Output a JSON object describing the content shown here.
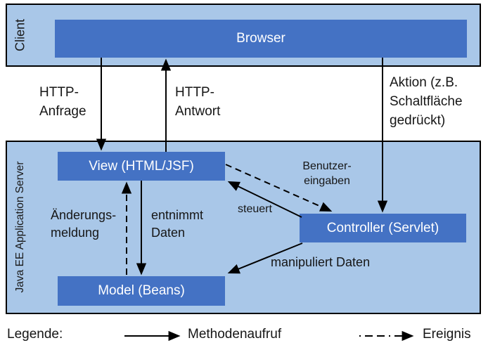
{
  "diagram": {
    "title_implicit": "MVC / Java EE Architekturdiagramm",
    "lanes": {
      "client": {
        "label": "Client"
      },
      "server": {
        "label": "Java EE Application Server"
      }
    },
    "nodes": {
      "browser": {
        "label": "Browser"
      },
      "view": {
        "label": "View (HTML/JSF)"
      },
      "controller": {
        "label": "Controller (Servlet)"
      },
      "model": {
        "label": "Model (Beans)"
      }
    },
    "edge_labels": {
      "http_anfrage": {
        "line1": "HTTP-",
        "line2": "Anfrage"
      },
      "http_antwort": {
        "line1": "HTTP-",
        "line2": "Antwort"
      },
      "aktion": {
        "line1": "Aktion (z.B.",
        "line2": "Schaltfläche",
        "line3": "gedrückt)"
      },
      "benutzereingaben": {
        "line1": "Benutzer-",
        "line2": "eingaben"
      },
      "steuert": {
        "text": "steuert"
      },
      "aenderungsmeldung": {
        "line1": "Änderungs-",
        "line2": "meldung"
      },
      "entnimmt_daten": {
        "line1": "entnimmt",
        "line2": "Daten"
      },
      "manipuliert_daten": {
        "text": "manipuliert Daten"
      }
    },
    "edges": [
      {
        "from": "browser",
        "to": "view",
        "type": "solid",
        "label": "HTTP-Anfrage"
      },
      {
        "from": "view",
        "to": "browser",
        "type": "solid",
        "label": "HTTP-Antwort"
      },
      {
        "from": "browser",
        "to": "controller",
        "type": "solid",
        "label": "Aktion (z.B. Schaltfläche gedrückt)"
      },
      {
        "from": "view",
        "to": "controller",
        "type": "dashed",
        "label": "Benutzereingaben"
      },
      {
        "from": "controller",
        "to": "view",
        "type": "solid",
        "label": "steuert"
      },
      {
        "from": "model",
        "to": "view",
        "type": "dashed",
        "label": "Änderungsmeldung"
      },
      {
        "from": "view",
        "to": "model",
        "type": "solid",
        "label": "entnimmt Daten"
      },
      {
        "from": "controller",
        "to": "model",
        "type": "solid",
        "label": "manipuliert Daten"
      }
    ],
    "legend": {
      "title": "Legende:",
      "solid_label": "Methodenaufruf",
      "dashed_label": "Ereignis"
    },
    "colors": {
      "lane_fill": "#A9C7E8",
      "node_fill": "#4472C4",
      "arrow": "#000000",
      "text_dark": "#161616",
      "text_light": "#FFFFFF",
      "background": "#FFFFFF"
    }
  }
}
